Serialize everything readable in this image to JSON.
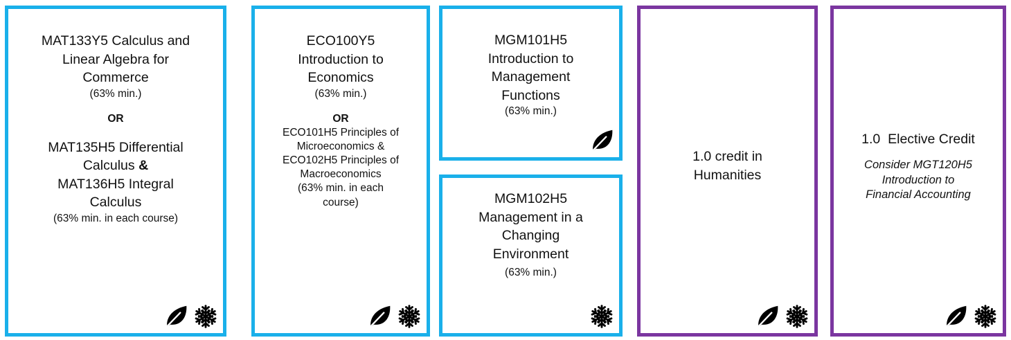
{
  "colors": {
    "program_border": "#1AB0EA",
    "elective_border": "#7B36A0",
    "icon": "#000000"
  },
  "icon_names": {
    "fall": "leaf-icon",
    "winter": "snowflake-icon"
  },
  "cards": {
    "mat": {
      "line1": "MAT133Y5 Calculus and",
      "line2": "Linear Algebra for",
      "line3": "Commerce",
      "req": "(63% min.)",
      "or": "OR",
      "alt1": "MAT135H5 Differential",
      "alt2": "Calculus",
      "amp": "&",
      "alt3": "MAT136H5 Integral",
      "alt4": "Calculus",
      "req2": "(63% min. in each course)"
    },
    "eco": {
      "line1": "ECO100Y5",
      "line2": "Introduction to",
      "line3": "Economics",
      "req": "(63% min.)",
      "or": "OR",
      "alt1": "ECO101H5 Principles of",
      "alt2": "Microeconomics &",
      "alt3": "ECO102H5 Principles of",
      "alt4": "Macroeconomics",
      "req2a": "(63% min. in each",
      "req2b": "course)"
    },
    "mgm101": {
      "line1": "MGM101H5",
      "line2": "Introduction to",
      "line3": "Management",
      "line4": "Functions",
      "req": "(63% min.)"
    },
    "mgm102": {
      "line1": "MGM102H5",
      "line2": "Management in a",
      "line3": "Changing",
      "line4": "Environment",
      "req": "(63% min.)"
    },
    "hum": {
      "line1": "1.0 credit in",
      "line2": "Humanities"
    },
    "elec": {
      "title": "1.0  Elective Credit",
      "note1": "Consider MGT120H5",
      "note2": "Introduction to",
      "note3": "Financial Accounting"
    }
  }
}
